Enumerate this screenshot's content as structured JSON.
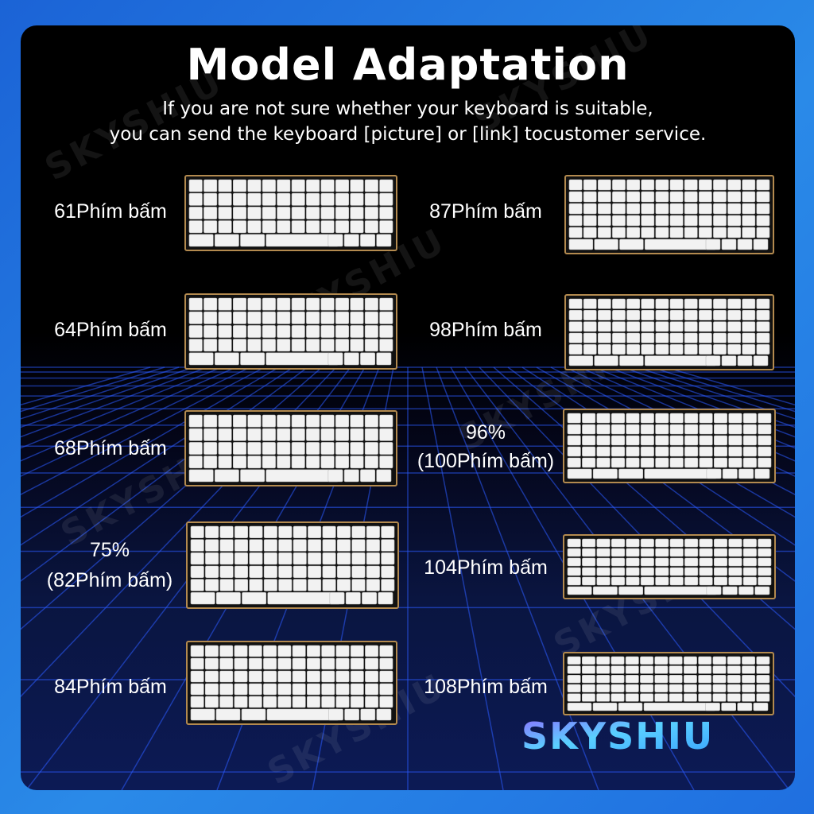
{
  "header": {
    "title": "Model Adaptation",
    "subtitle_line1": "If you are not sure whether your keyboard is suitable,",
    "subtitle_line2": "you can send the keyboard [picture] or [link] tocustomer service."
  },
  "layouts": {
    "left": [
      {
        "label": "61Phím bấm",
        "rows": 5
      },
      {
        "label": "64Phím bấm",
        "rows": 5
      },
      {
        "label": "68Phím bấm",
        "rows": 5
      },
      {
        "label_line1": "75%",
        "label_line2": "(82Phím bấm)",
        "rows": 6
      },
      {
        "label": "84Phím bấm",
        "rows": 6
      }
    ],
    "right": [
      {
        "label": "87Phím bấm",
        "rows": 6
      },
      {
        "label": "98Phím bấm",
        "rows": 6
      },
      {
        "label_line1": "96%",
        "label_line2": "(100Phím bấm)",
        "rows": 6
      },
      {
        "label": "104Phím bấm",
        "rows": 6
      },
      {
        "label": "108Phím bấm",
        "rows": 6
      }
    ]
  },
  "brand": {
    "name": "SKYSHIU"
  },
  "watermark": {
    "text": "SKYSHIU"
  },
  "colors": {
    "background_blue": "#2a8ae8",
    "panel": "#000000",
    "grid": "#2b5bff",
    "keyboard_border": "#b38a4f",
    "keycap": "#f2f2f2"
  }
}
